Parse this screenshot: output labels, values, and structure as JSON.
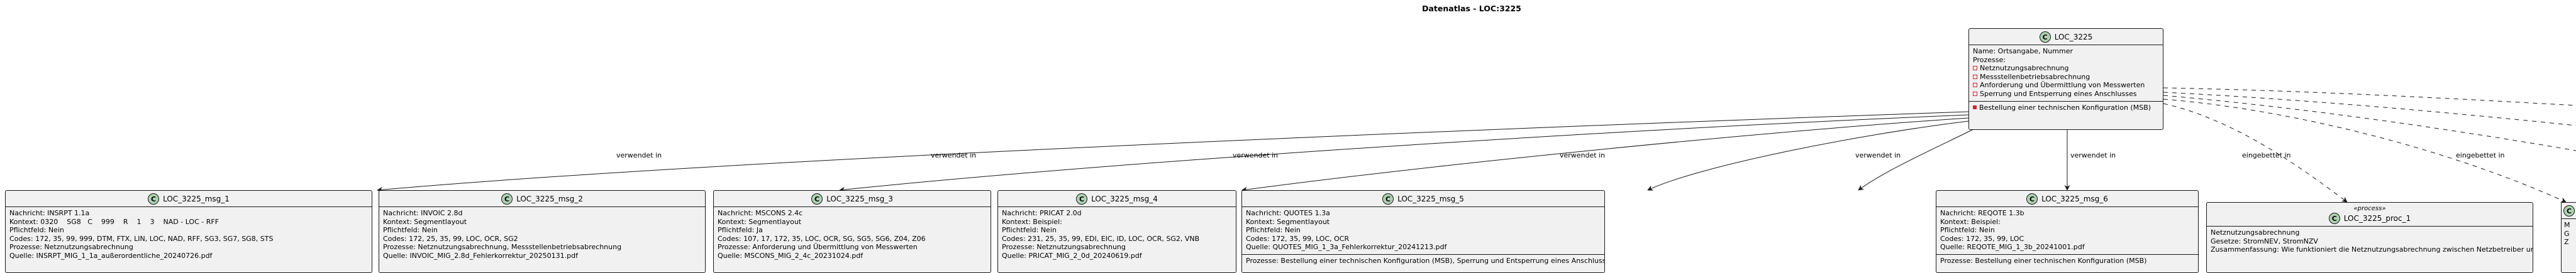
{
  "diagram": {
    "title": "Datenatlas - LOC:3225"
  },
  "center": {
    "name": "LOC_3225",
    "icon": "C",
    "name_line": "Name: Ortsangabe, Nummer",
    "processes_label": "Prozesse:",
    "processes": [
      "Netznutzungsabrechnung",
      "Messstellenbetriebsabrechnung",
      "Anforderung und Übermittlung von Messwerten",
      "Sperrung und Entsperrung eines Anschlusses"
    ],
    "extra": "Bestellung einer technischen Konfiguration (MSB)"
  },
  "edge_labels": {
    "used_in": "verwendet in",
    "embedded_in": "eingebettet in"
  },
  "messages": [
    {
      "name": "LOC_3225_msg_1",
      "icon": "C",
      "lines": [
        "Nachricht: INSRPT 1.1a",
        "Kontext: 0320    SG8   C    999    R    1    3    NAD - LOC - RFF",
        "Pflichtfeld: Nein",
        "Codes: 172, 35, 99, 999, DTM, FTX, LIN, LOC, NAD, RFF, SG3, SG7, SG8, STS",
        "Prozesse: Netznutzungsabrechnung",
        "Quelle: INSRPT_MIG_1_1a_außerordentliche_20240726.pdf"
      ],
      "footer": ""
    },
    {
      "name": "LOC_3225_msg_2",
      "icon": "C",
      "lines": [
        "Nachricht: INVOIC 2.8d",
        "Kontext: Segmentlayout",
        "Pflichtfeld: Nein",
        "Codes: 172, 25, 35, 99, LOC, OCR, SG2",
        "Prozesse: Netznutzungsabrechnung, Messstellenbetriebsabrechnung",
        "Quelle: INVOIC_MIG_2.8d_Fehlerkorrektur_20250131.pdf"
      ],
      "footer": ""
    },
    {
      "name": "LOC_3225_msg_3",
      "icon": "C",
      "lines": [
        "Nachricht: MSCONS 2.4c",
        "Kontext: Segmentlayout",
        "Pflichtfeld: Ja",
        "Codes: 107, 17, 172, 35, LOC, OCR, SG, SG5, SG6, Z04, Z06",
        "Prozesse: Anforderung und Übermittlung von Messwerten",
        "Quelle: MSCONS_MIG_2_4c_20231024.pdf"
      ],
      "footer": ""
    },
    {
      "name": "LOC_3225_msg_4",
      "icon": "C",
      "lines": [
        "Nachricht: PRICAT 2.0d",
        "Kontext: Beispiel:",
        "Pflichtfeld: Nein",
        "Codes: 231, 25, 35, 99, EDI, EIC, ID, LOC, OCR, SG2, VNB",
        "Prozesse: Netznutzungsabrechnung",
        "Quelle: PRICAT_MIG_2_0d_20240619.pdf"
      ],
      "footer": ""
    },
    {
      "name": "LOC_3225_msg_5",
      "icon": "C",
      "lines": [
        "Nachricht: QUOTES 1.3a",
        "Kontext: Segmentlayout",
        "Pflichtfeld: Nein",
        "Codes: 172, 35, 99, LOC, OCR",
        "Quelle: QUOTES_MIG_1_3a_Fehlerkorrektur_20241213.pdf"
      ],
      "footer": "Prozesse: Bestellung einer technischen Konfiguration (MSB), Sperrung und Entsperrung eines Anschlusses"
    },
    {
      "name": "LOC_3225_msg_6",
      "icon": "C",
      "lines": [
        "Nachricht: REQOTE 1.3b",
        "Kontext: Beispiel:",
        "Pflichtfeld: Nein",
        "Codes: 172, 35, 99, LOC",
        "Quelle: REQOTE_MIG_1_3b_20241001.pdf"
      ],
      "footer": "Prozesse: Bestellung einer technischen Konfiguration (MSB)"
    }
  ],
  "process_node": {
    "name": "LOC_3225_proc_1",
    "stereotype": "«process»",
    "icon": "C",
    "lines": [
      "Netznutzungsabrechnung",
      "Gesetze: StromNEV, StromNZV",
      "Zusammenfassung: Wie funktioniert die Netznutzungsabrechnung zwischen Netzbetreiber und Lieferant?"
    ]
  },
  "cut_node": {
    "icon": "C",
    "lines": [
      "M",
      "G",
      "Z"
    ]
  }
}
